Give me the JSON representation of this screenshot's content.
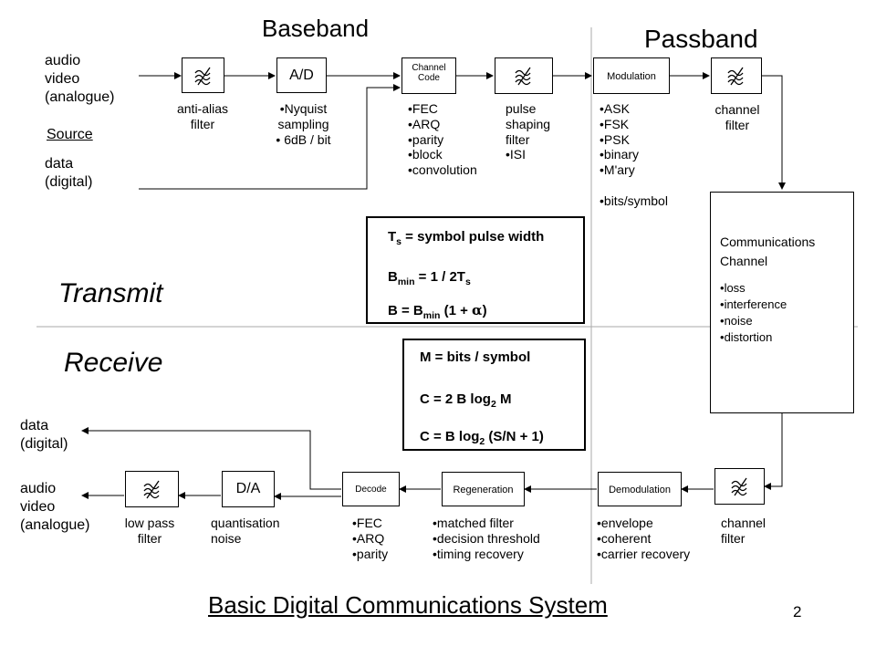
{
  "headers": {
    "baseband": "Baseband",
    "passband": "Passband",
    "transmit": "Transmit",
    "receive": "Receive"
  },
  "source": {
    "label": "Source",
    "analog": [
      "audio",
      "video",
      "(analogue)"
    ],
    "digital": [
      "data",
      "(digital)"
    ]
  },
  "sink": {
    "digital": [
      "data",
      "(digital)"
    ],
    "analog": [
      "audio",
      "video",
      "(analogue)"
    ]
  },
  "tx_blocks": {
    "anti_alias": {
      "caption": [
        "anti-alias",
        "filter"
      ]
    },
    "adc": {
      "label": "A/D",
      "notes": [
        "Nyquist",
        "sampling",
        "6dB / bit"
      ]
    },
    "channel_code": {
      "label": [
        "Channel",
        "Code"
      ],
      "notes": [
        "FEC",
        "ARQ",
        "parity",
        "block",
        "convolution"
      ]
    },
    "pulse_shaping": {
      "notes": [
        "pulse",
        "shaping",
        "filter",
        "ISI"
      ]
    },
    "modulation": {
      "label": "Modulation",
      "notes": [
        "ASK",
        "FSK",
        "PSK",
        "binary",
        "M'ary",
        "bits/symbol"
      ]
    },
    "channel_filter": {
      "caption": [
        "channel",
        "filter"
      ]
    }
  },
  "channel": {
    "title": [
      "Communications",
      "Channel"
    ],
    "notes": [
      "loss",
      "interference",
      "noise",
      "distortion"
    ]
  },
  "rx_blocks": {
    "channel_filter": {
      "caption": [
        "channel",
        "filter"
      ]
    },
    "demodulation": {
      "label": "Demodulation",
      "notes": [
        "envelope",
        "coherent",
        "carrier recovery"
      ]
    },
    "regeneration": {
      "label": "Regeneration",
      "notes": [
        "matched filter",
        "decision threshold",
        "timing recovery"
      ]
    },
    "decode": {
      "label": "Decode",
      "notes": [
        "FEC",
        "ARQ",
        "parity"
      ]
    },
    "dac": {
      "label": "D/A",
      "notes": [
        "quantisation",
        "noise"
      ]
    },
    "low_pass": {
      "caption": [
        "low pass",
        "filter"
      ]
    }
  },
  "formula_box_1": {
    "ts": {
      "a": "T",
      "sub": "s",
      "b": " = symbol pulse width"
    },
    "bmin": {
      "a": "B",
      "sub": "min",
      "b": " = 1 / 2T",
      "sub2": "s"
    },
    "b": {
      "a": "B = B",
      "sub": "min",
      "b": " (1 + ",
      "alpha": "α",
      "c": ")"
    }
  },
  "formula_box_2": {
    "m": "M = bits / symbol",
    "c1": {
      "a": "C = 2 B log",
      "sub": "2",
      "b": " M"
    },
    "c2": {
      "a": "C = B log",
      "sub": "2",
      "b": " (S/N + 1)"
    }
  },
  "footer": {
    "title": "Basic Digital Communications System",
    "page": "2"
  },
  "filter_icon": "filter-tilde-icon"
}
